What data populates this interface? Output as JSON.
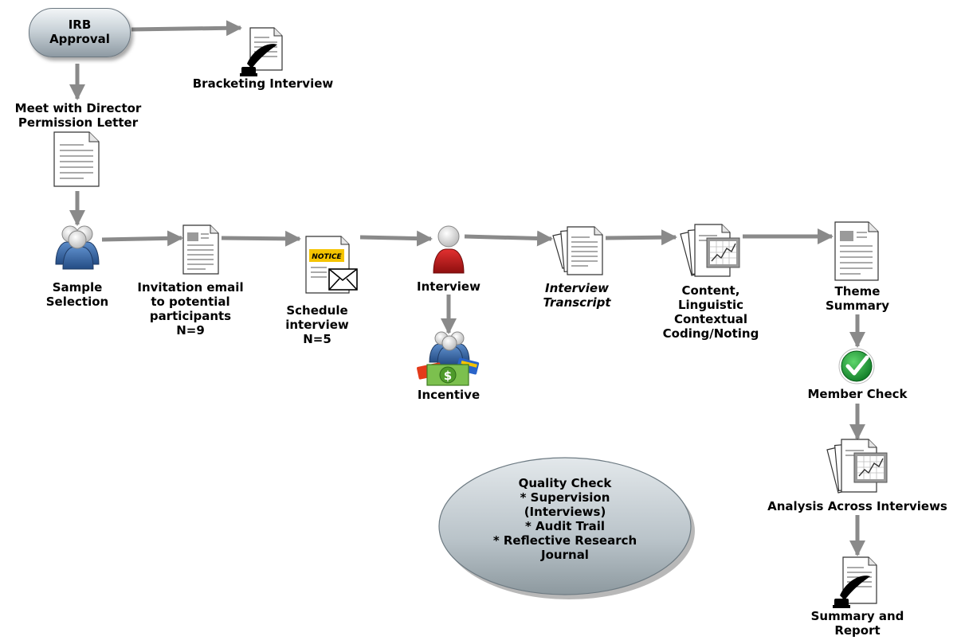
{
  "irb": {
    "line1": "IRB",
    "line2": "Approval"
  },
  "bracketing": "Bracketing Interview",
  "director": {
    "line1": "Meet with Director",
    "line2": "Permission Letter"
  },
  "sample": {
    "line1": "Sample",
    "line2": "Selection"
  },
  "invitation": {
    "line1": "Invitation email",
    "line2": "to potential",
    "line3": "participants",
    "line4": "N=9"
  },
  "schedule": {
    "line1": "Schedule",
    "line2": "interview",
    "line3": "N=5"
  },
  "notice_badge": "NOTICE",
  "interview": "Interview",
  "incentive": "Incentive",
  "transcript": {
    "line1": "Interview",
    "line2": "Transcript"
  },
  "coding": {
    "line1": "Content,",
    "line2": "Linguistic",
    "line3": "Contextual",
    "line4": "Coding/Noting"
  },
  "theme": {
    "line1": "Theme",
    "line2": "Summary"
  },
  "member": "Member Check",
  "analysis": "Analysis Across Interviews",
  "report": {
    "line1": "Summary and",
    "line2": "Report"
  },
  "quality": {
    "line1": "Quality Check",
    "line2": "* Supervision",
    "line3": "(Interviews)",
    "line4": "* Audit Trail",
    "line5": "* Reflective Research",
    "line6": "Journal"
  },
  "colors": {
    "arrow": "#8a8a8a",
    "person_blue": "#3d6aa8",
    "person_red": "#c41a1a",
    "check_green": "#1fa33a",
    "notice_yellow": "#f5c400"
  }
}
